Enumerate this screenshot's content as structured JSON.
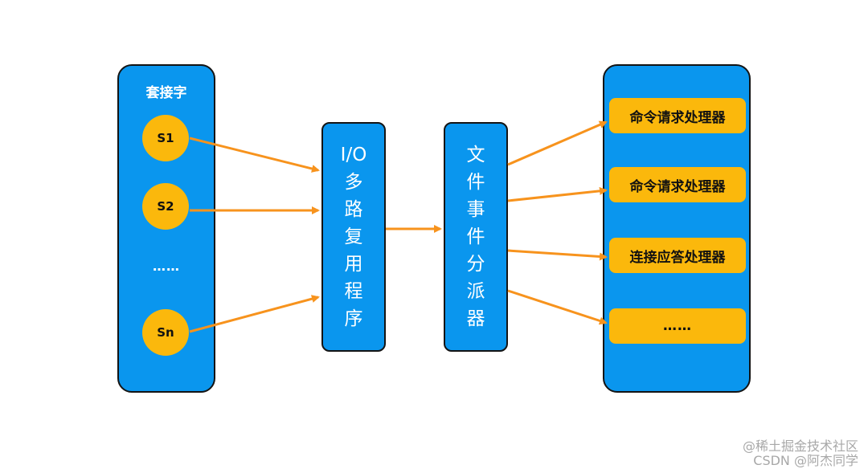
{
  "socket_group": {
    "title": "套接字",
    "sockets": [
      "S1",
      "S2",
      "Sn"
    ],
    "ellipsis": "……"
  },
  "io_multiplexer": {
    "label": "I/O多路复用程序"
  },
  "dispatcher": {
    "label": "文件事件分派器"
  },
  "handlers": [
    "命令请求处理器",
    "命令请求处理器",
    "连接应答处理器",
    "……"
  ],
  "watermark": {
    "line1": "@稀土掘金技术社区",
    "line2": "CSDN @阿杰同学"
  },
  "colors": {
    "panel_blue": "#0a96ee",
    "node_yellow": "#fbb80c",
    "arrow_orange": "#f7931d"
  }
}
